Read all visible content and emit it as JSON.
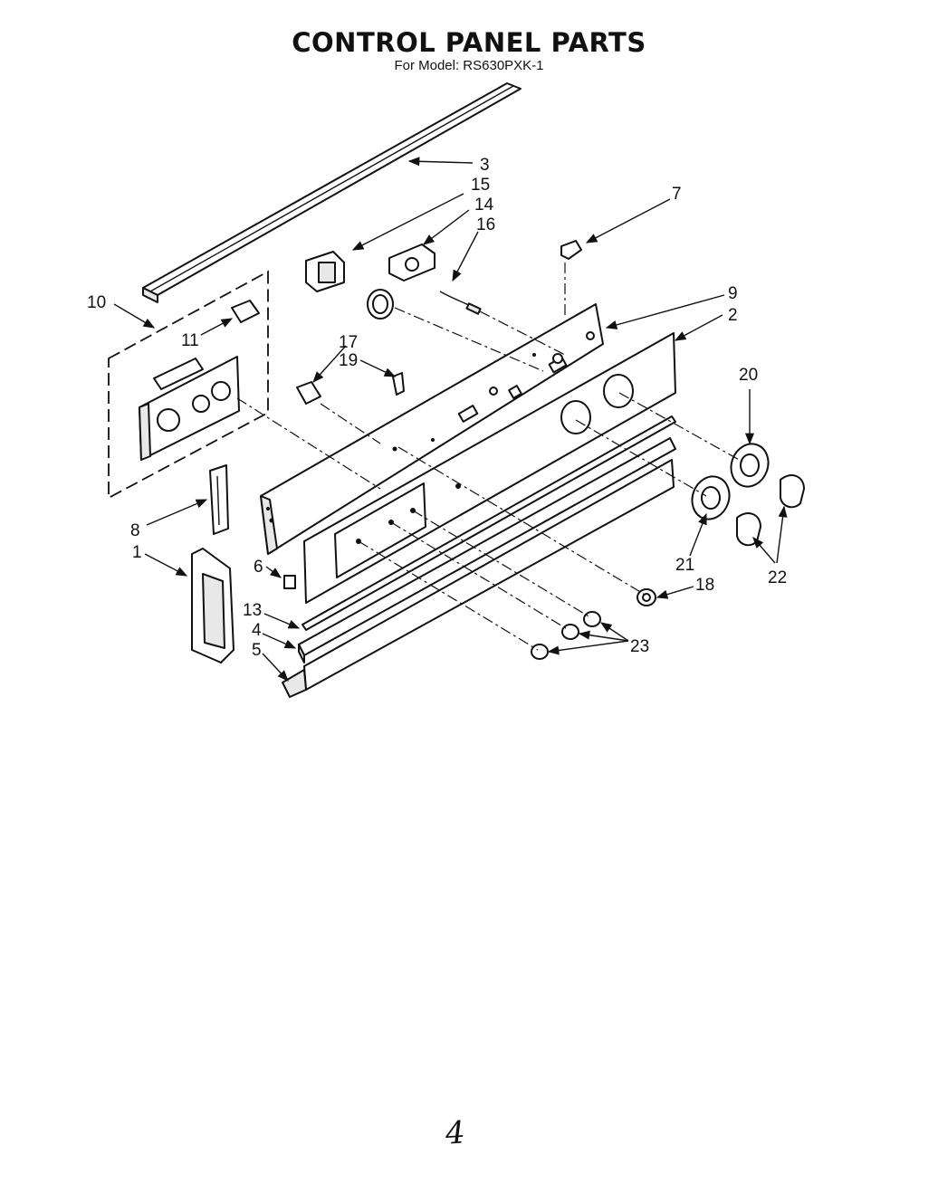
{
  "title": "CONTROL PANEL PARTS",
  "subtitle": "For Model: RS630PXK-1",
  "page_number": "4",
  "callouts": {
    "c1": "1",
    "c2": "2",
    "c3": "3",
    "c4": "4",
    "c5": "5",
    "c6": "6",
    "c7": "7",
    "c8": "8",
    "c9": "9",
    "c10": "10",
    "c11": "11",
    "c13": "13",
    "c14": "14",
    "c15": "15",
    "c16": "16",
    "c17": "17",
    "c18": "18",
    "c19": "19",
    "c20": "20",
    "c21": "21",
    "c22": "22",
    "c23": "23"
  }
}
